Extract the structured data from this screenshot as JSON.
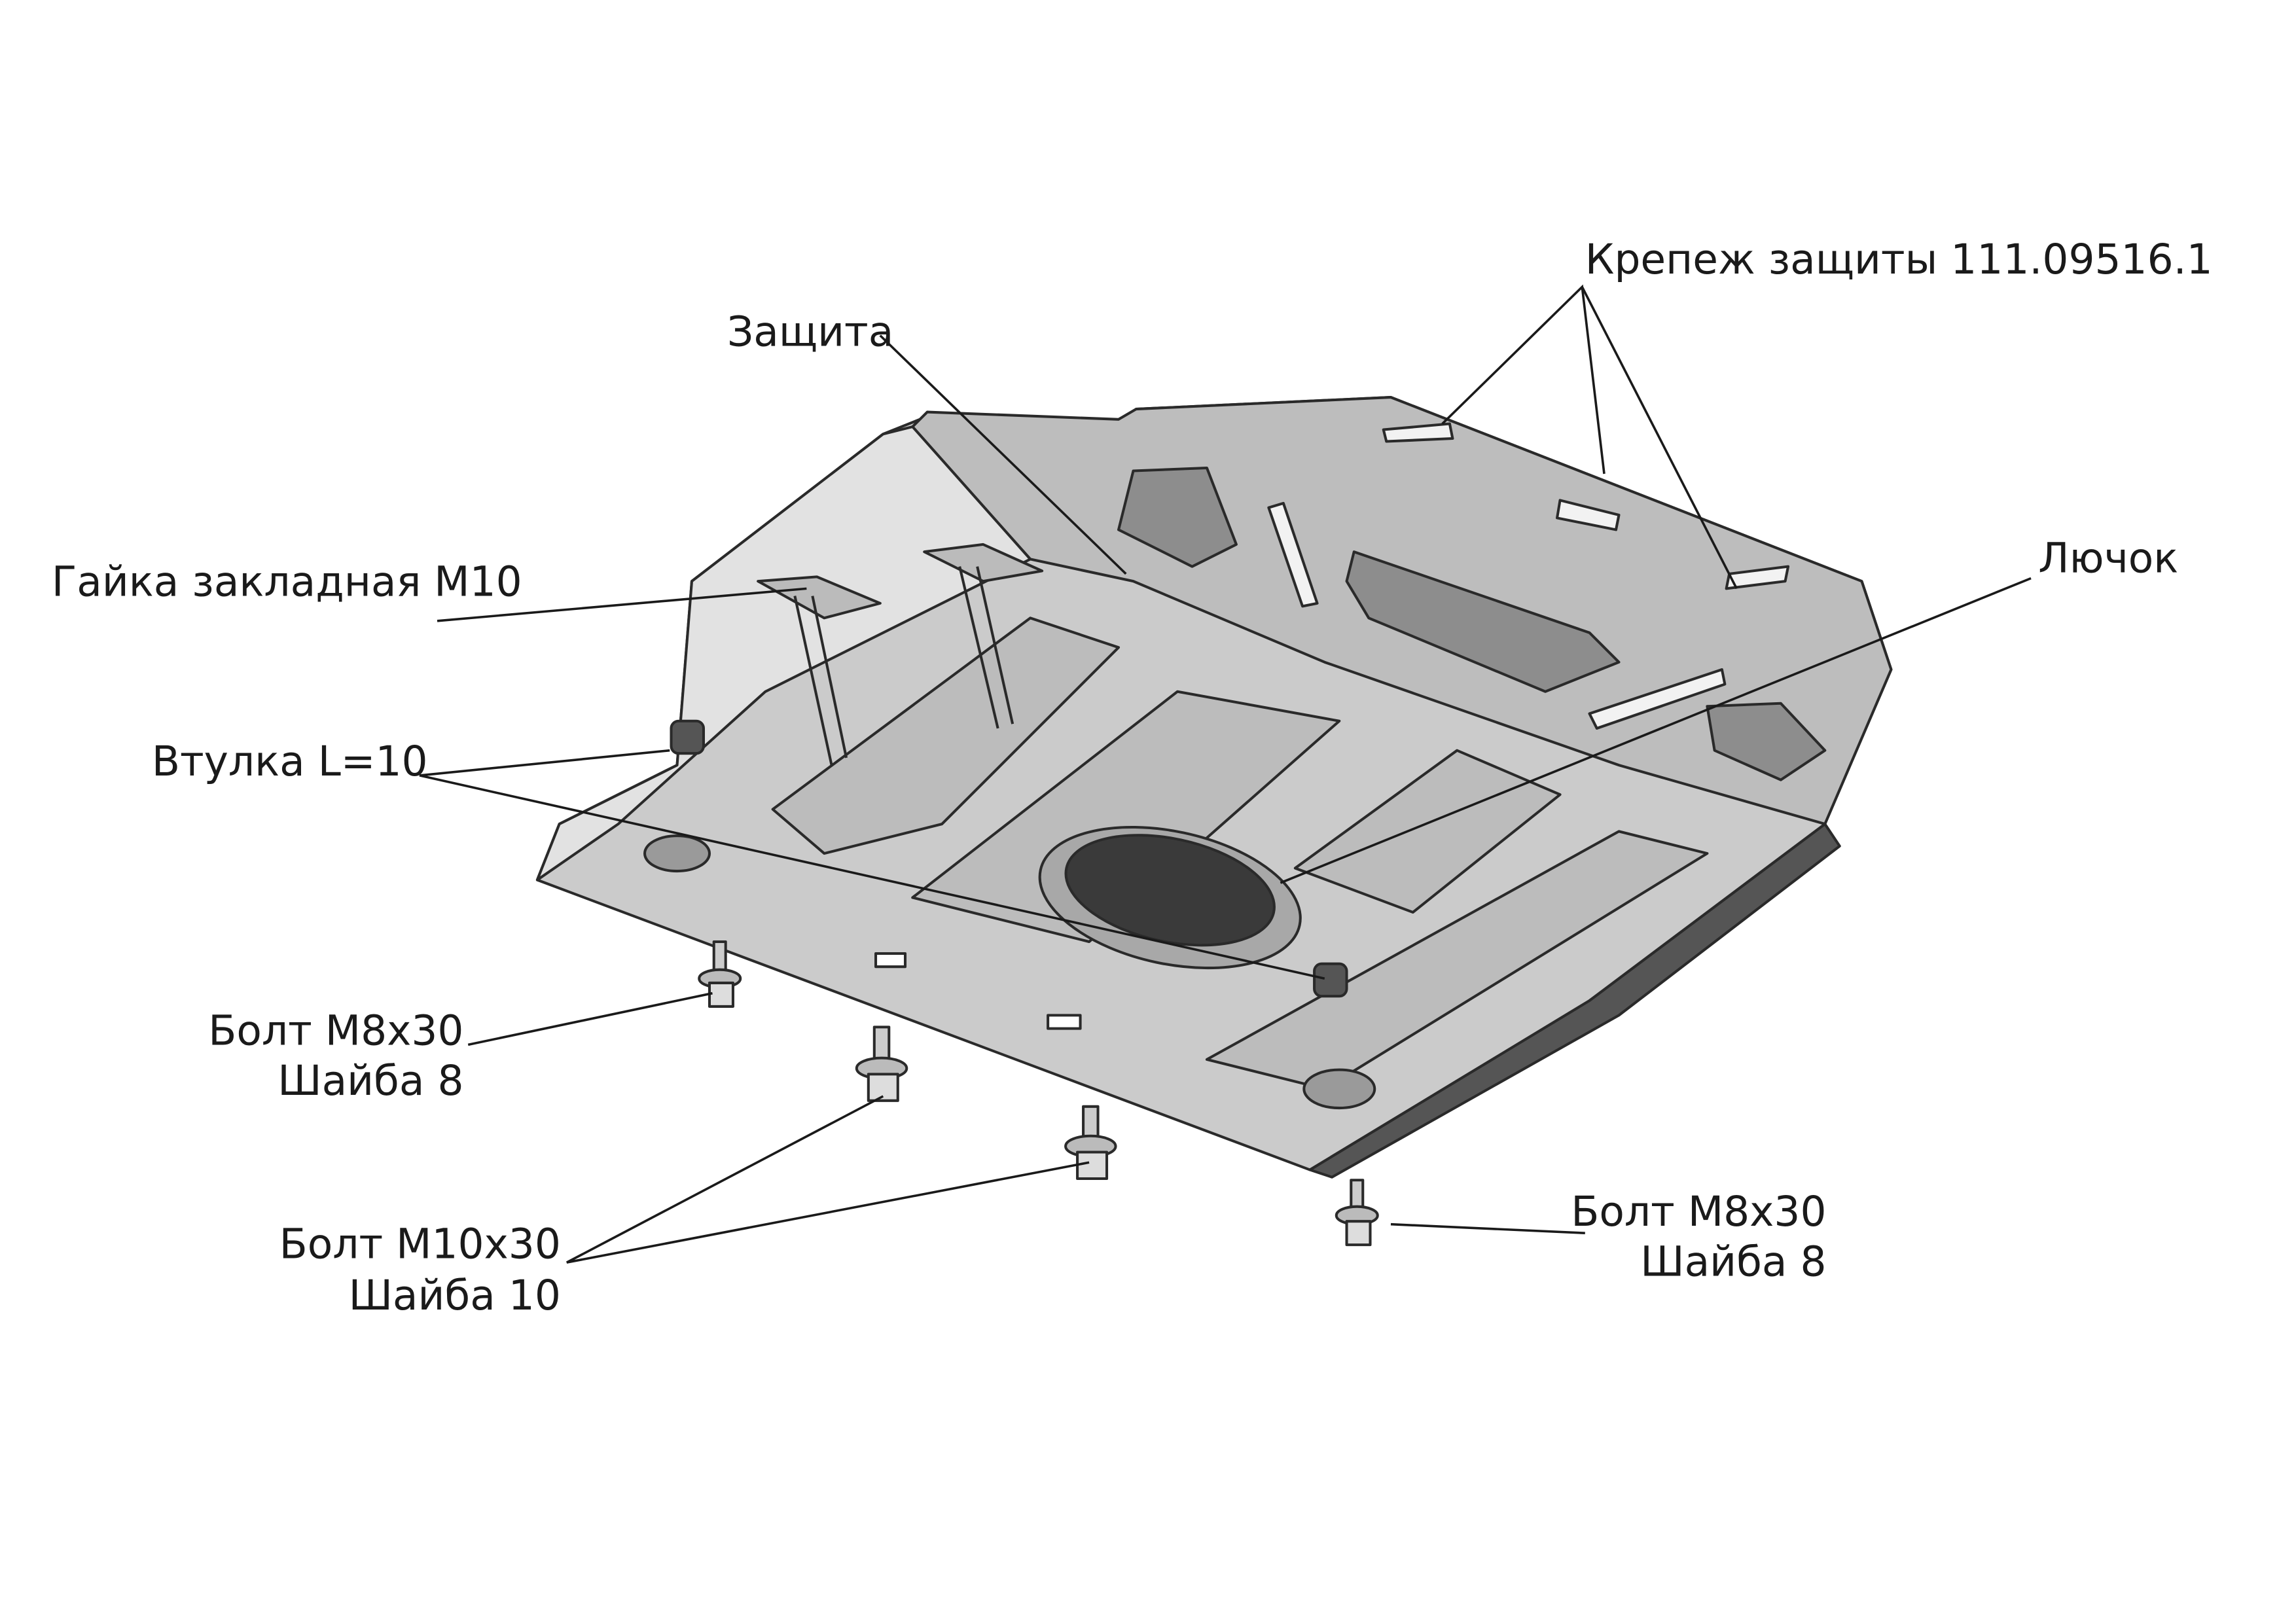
{
  "labels": {
    "fastener_kit": "Крепеж защиты 111.09516.1",
    "guard": "Защита",
    "embedded_nut": "Гайка закладная М10",
    "hatch": "Лючок",
    "bushing": "Втулка L=10",
    "bolt_m8_left_line1": "Болт М8х30",
    "bolt_m8_left_line2": "Шайба 8",
    "bolt_m10_line1": "Болт М10х30",
    "bolt_m10_line2": "Шайба 10",
    "bolt_m8_right_line1": "Болт М8х30",
    "bolt_m8_right_line2": "Шайба 8"
  },
  "colors": {
    "plate": "#c9c9c9",
    "plate_dark": "#9a9a9a",
    "hatch": "#3a3a3a"
  }
}
